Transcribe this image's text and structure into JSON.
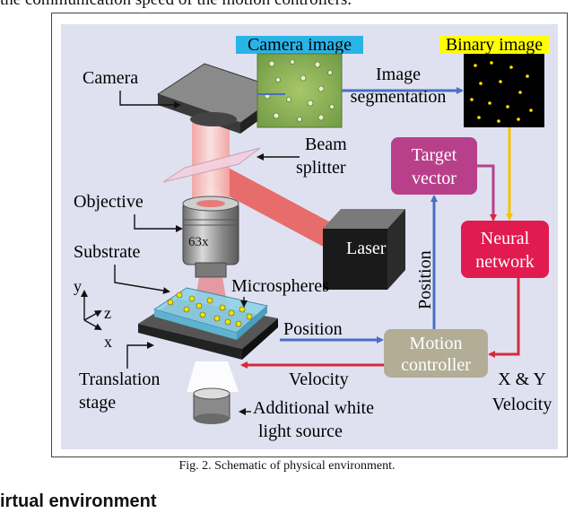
{
  "page": {
    "top_text": "the communication speed of the motion controllers.",
    "caption": "Fig. 2. Schematic of physical environment.",
    "section_heading": "irtual environment"
  },
  "figure": {
    "background_color": "#dfe1f1",
    "camera_label": "Camera",
    "camera_image_label": "Camera image",
    "binary_image_label": "Binary image",
    "image_segmentation_line1": "Image",
    "image_segmentation_line2": "segmentation",
    "beam_splitter_line1": "Beam",
    "beam_splitter_line2": "splitter",
    "objective_label": "Objective",
    "objective_mag": "63x",
    "substrate_label": "Substrate",
    "microspheres_label": "Microspheres",
    "laser_label": "Laser",
    "target_vector_line1": "Target",
    "target_vector_line2": "vector",
    "neural_network_line1": "Neural",
    "neural_network_line2": "network",
    "position_vertical_label": "Position",
    "position_label": "Position",
    "velocity_label": "Velocity",
    "motion_controller_line1": "Motion",
    "motion_controller_line2": "controller",
    "xy_velocity_line1": "X & Y",
    "xy_velocity_line2": "Velocity",
    "translation_stage_line1": "Translation",
    "translation_stage_line2": "stage",
    "white_light_line1": "Additional white",
    "white_light_line2": "light source",
    "axis_y": "y",
    "axis_z": "z",
    "axis_x": "x",
    "colors": {
      "target_vector": "#b8408a",
      "neural_network": "#e11a4f",
      "motion_controller": "#b3ad96",
      "blue_arrow": "#4a6fc2",
      "red_arrow": "#d62a3b",
      "yellow_arrow": "#f5c400",
      "camera_image_tag": "#29b4e6",
      "binary_image_tag": "#ffff00",
      "laser_beam": "#e8605e"
    }
  }
}
